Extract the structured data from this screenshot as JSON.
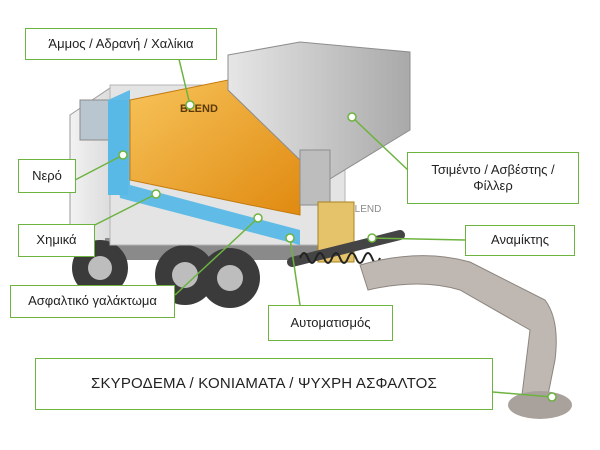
{
  "diagram": {
    "labels": {
      "aggregates": "Άμμος / Αδρανή / Χαλίκια",
      "water": "Νερό",
      "chemicals": "Χημικά",
      "emulsion": "Ασφαλτικό γαλάκτωμα",
      "automation": "Αυτοματισμός",
      "cement_line1": "Τσιμέντο / Ασβέστης /",
      "cement_line2": "Φίλλερ",
      "mixer": "Αναμίκτης",
      "output": "ΣΚΥΡΟΔΕΜΑ / ΚΟΝΙΑΜΑΤΑ / ΨΥΧΡΗ ΑΣΦΑΛΤΟΣ"
    },
    "truck": {
      "brand_mark": "BLEND"
    },
    "colors": {
      "leader_line": "#6db33f",
      "leader_dot": "#6db33f",
      "callout_border": "#6db33f",
      "aggregate_bin": "#f0a21a",
      "water_tank": "#58b9e6",
      "cement_hopper": "#c7c7c7",
      "truck_body": "#dcdcdc",
      "auger": "#444444",
      "conveyor": "#bfb8b2"
    }
  }
}
